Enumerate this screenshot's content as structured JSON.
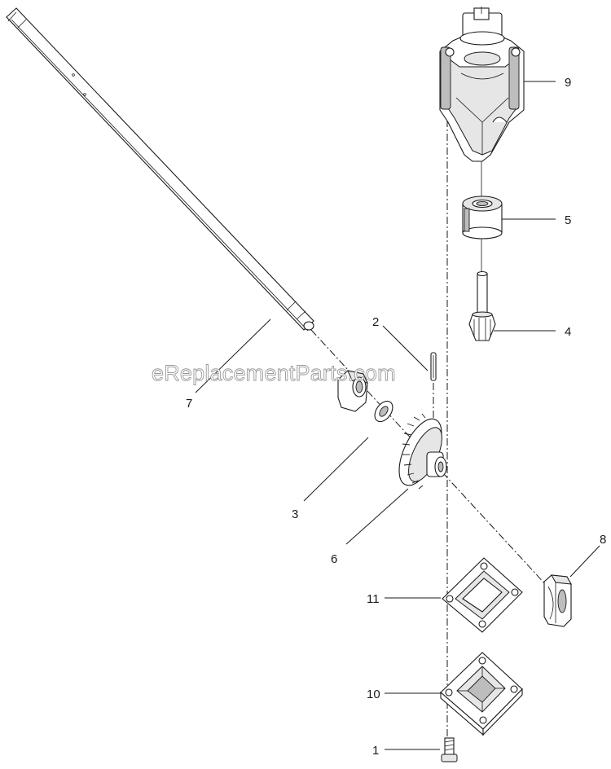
{
  "watermark": "eReplacementParts.com",
  "callouts": {
    "c1": "1",
    "c2": "2",
    "c3": "3",
    "c4": "4",
    "c5": "5",
    "c6": "6",
    "c7": "7",
    "c8": "8",
    "c9": "9",
    "c10": "10",
    "c11": "11"
  },
  "icons": {
    "part_1": "screw-icon",
    "part_2": "pin-icon",
    "part_3": "washer-icon",
    "part_4": "pinion-shaft-icon",
    "part_5": "bearing-icon",
    "part_6": "bevel-gear-icon",
    "part_7": "drive-shaft-icon",
    "part_8": "bushing-icon",
    "part_9": "gear-housing-icon",
    "part_10": "cover-plate-icon",
    "part_11": "gasket-icon"
  }
}
